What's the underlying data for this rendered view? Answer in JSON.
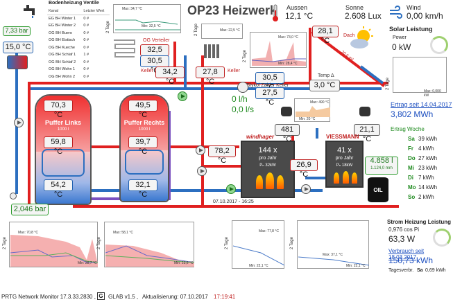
{
  "header": {
    "title": "OP23 Heizwerk",
    "aussen_label": "Aussen",
    "aussen_value": "12,1 °C",
    "sonne_label": "Sonne",
    "sonne_value": "2.608 Lux",
    "wind_label": "Wind",
    "wind_value": "0,00 km/h"
  },
  "valve_table": {
    "title": "Bodenheizung Ventile",
    "col_kanal": "Kanal",
    "col_wert": "Letzter Wert",
    "rows": [
      [
        "EG BH Winter 1",
        "0 #"
      ],
      [
        "EG BH Winter 2",
        "0 #"
      ],
      [
        "OG BH Buero",
        "0 #"
      ],
      [
        "OG BH Eistisch",
        "0 #"
      ],
      [
        "OG BH Kueche",
        "0 #"
      ],
      [
        "OG BH Schlaf 1",
        "1 #"
      ],
      [
        "OG BH Schlaf 2",
        "0 #"
      ],
      [
        "OG BH Wohn 1",
        "0 #"
      ],
      [
        "OG BH Wohn 2",
        "0 #"
      ]
    ]
  },
  "left": {
    "pressure_top": "7,33 bar",
    "temp_top": "15,0 °C",
    "pressure_bottom": "2,046 bar"
  },
  "og": {
    "label": "OG Verteiler",
    "v1": "32,5 °C",
    "v2": "30,5 °C"
  },
  "keller": {
    "label": "Keller",
    "left_value": "34,2 °C",
    "right_value": "27,8 °C",
    "right_label": "Keller"
  },
  "tank_left": {
    "name": "Puffer Links",
    "size": "1000 l",
    "t1": "70,3 °C",
    "t2": "59,8 °C",
    "t3": "54,2 °C"
  },
  "tank_right": {
    "name": "Puffer Rechts",
    "size": "1000 l",
    "t1": "49,5 °C",
    "t2": "39,7 °C",
    "t3": "32,1 °C"
  },
  "solar": {
    "dach_label": "Dach",
    "dach_value": "28,1 °C",
    "keller_label": "Glykol Zähler Keller",
    "v1": "30,5 °C",
    "v2": "27,5 °C",
    "delta_label": "Temp Δ",
    "delta_value": "3,0 °C",
    "flow1": "0 l/h",
    "flow2": "0,0 l/s",
    "pipe_label": "20,6 m²"
  },
  "boiler1": {
    "brand": "windhager",
    "starts": "144 x",
    "per_year": "pro Jahr",
    "power": "Pₙ 32kW",
    "out": "481 °C",
    "supply": "78,2 °C",
    "timestamp": "07.10.2017 - 16:25"
  },
  "boiler2": {
    "brand": "VIESSMANN",
    "starts": "41 x",
    "per_year": "pro Jahr",
    "power": "Pₙ 18kW",
    "out": "21,1 °C",
    "supply": "26,9 °C",
    "oil1": "4.858 l",
    "oil2": "1.124,0 mm",
    "tank": "OIL"
  },
  "solar_panel": {
    "title": "Solar Leistung",
    "power_label": "Power",
    "power_value": "0 kW",
    "ertrag_link": "Ertrag seit 14.04.2017",
    "ertrag_value": "3,802 MWh",
    "woche_title": "Ertrag Woche",
    "week": [
      [
        "Sa",
        "39 kWh"
      ],
      [
        "Fr",
        "4 kWh"
      ],
      [
        "Do",
        "27 kWh"
      ],
      [
        "Mi",
        "23 kWh"
      ],
      [
        "Di",
        "7 kWh"
      ],
      [
        "Mo",
        "14 kWh"
      ],
      [
        "So",
        "2 kWh"
      ]
    ]
  },
  "strom": {
    "title": "Strom Heizung Leistung",
    "cos": "0,976 cos Pi",
    "power": "63,3 W",
    "verbrauch_link": "Verbrauch seit 18.03.2017",
    "verbrauch_value": "150,73 kWh",
    "tagesverbr": "Tagesverbr.",
    "tages_day": "Sa",
    "tages_value": "0,69 kWh"
  },
  "footer": {
    "app": "PRTG Network Monitor 17.3.33.2830 ,",
    "glab": "GLAB v1.5 ,",
    "aktual": "Aktualisierung: 07.10.2017",
    "time": "17:19:41"
  },
  "minis": {
    "ylabel": "2 Tage",
    "top_max": "Max: 34,7 °C",
    "top_min": "Min: 32,5 °C",
    "b1_max": "Max: 22,5 °C",
    "b2_max": "Max: 73,0 °C",
    "b2_min": "Min: 28,4 °C",
    "b3_max": "Max: 490 °C",
    "b3_min": "Min: 20 °C",
    "solar_max": "Max: 0,000 kW",
    "c1_max": "Max: 70,8 °C",
    "c1_min": "Min: 28,7 °C",
    "c2_max": "Max: 58,1 °C",
    "c2_min": "Min: 23,6 °C",
    "c3_max": "Max: 77,8 °C",
    "c3_min": "Min: 22,1 °C",
    "c4_max": "Max: 37,1 °C",
    "c4_min": "Min: 22,1 °C"
  }
}
